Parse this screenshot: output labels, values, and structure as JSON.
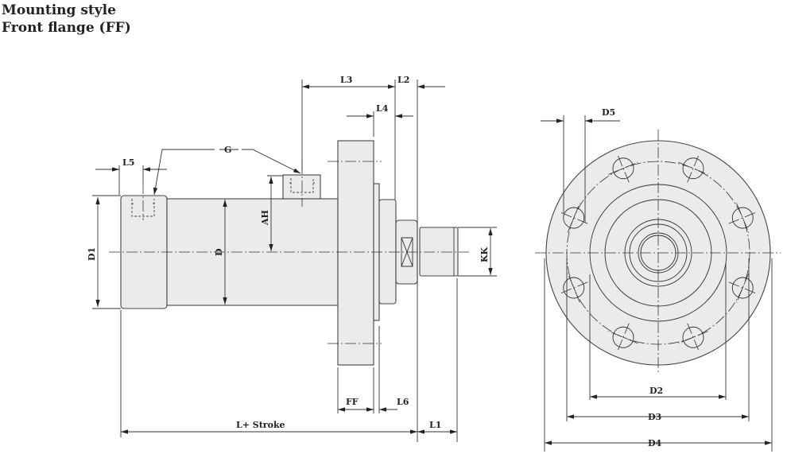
{
  "header": {
    "title": "Mounting style",
    "subtitle": "Front flange (FF)"
  },
  "side_view": {
    "labels": {
      "L3": "L3",
      "L2": "L2",
      "L4": "L4",
      "L5": "L5",
      "G": "G",
      "D1": "D1",
      "D": "D",
      "AH": "AH",
      "KK": "KK",
      "FF": "FF",
      "L6": "L6",
      "L_stroke": "L+ Stroke",
      "L1": "L1"
    }
  },
  "front_view": {
    "labels": {
      "D5": "D5",
      "D2": "D2",
      "D3": "D3",
      "D4": "D4"
    },
    "bolt_hole_count": 8
  },
  "colors": {
    "part_fill": "#ebebeb",
    "line": "#333333"
  }
}
